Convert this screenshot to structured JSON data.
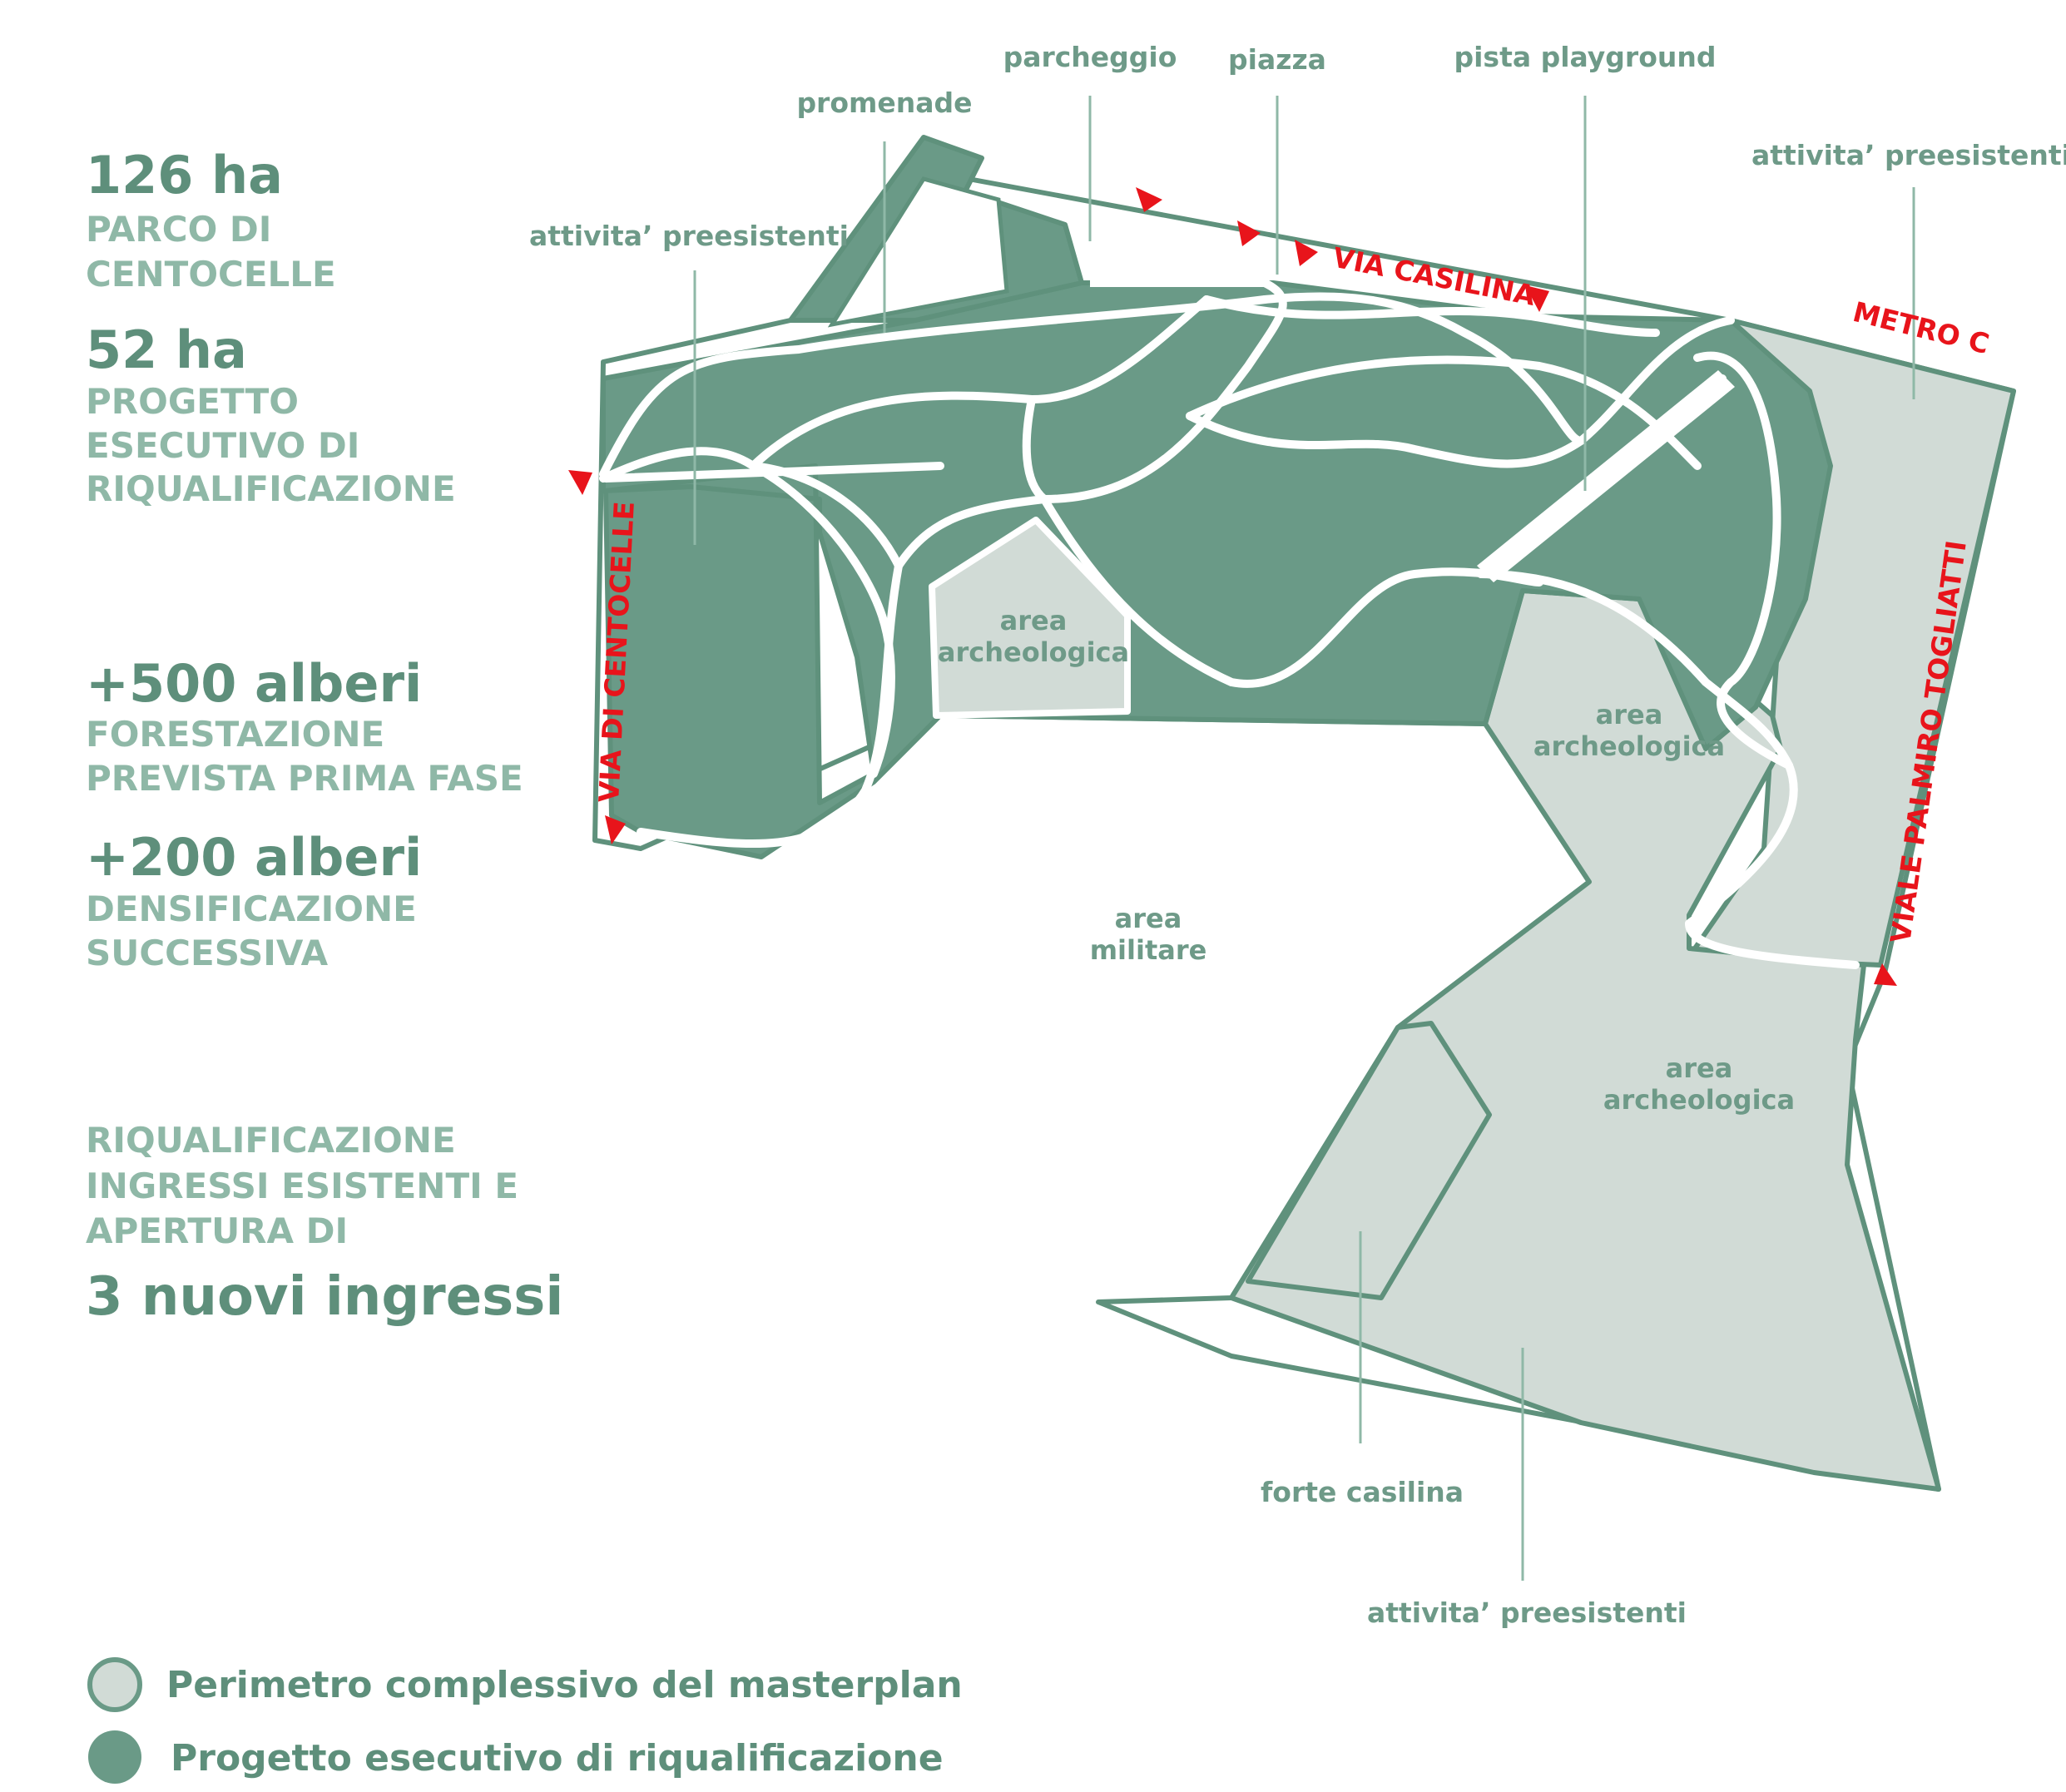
{
  "colors": {
    "project_green": "#6a9a87",
    "perimeter_grey": "#d1dbd6",
    "outline": "#5f917c",
    "text_dark": "#5e8f7b",
    "text_light": "#8fb8a7",
    "entrance_red": "#e8141b"
  },
  "stats": [
    {
      "value": "126 ha",
      "lines": [
        "PARCO DI",
        "CENTOCELLE"
      ]
    },
    {
      "value": "52 ha",
      "lines": [
        "PROGETTO",
        "ESECUTIVO DI",
        "RIQUALIFICAZIONE"
      ]
    },
    {
      "value": "+500 alberi",
      "lines": [
        "FORESTAZIONE",
        "PREVISTA PRIMA FASE"
      ]
    },
    {
      "value": "+200 alberi",
      "lines": [
        "DENSIFICAZIONE",
        "SUCCESSIVA"
      ]
    }
  ],
  "entrances": {
    "lines": [
      "RIQUALIFICAZIONE",
      "INGRESSI ESISTENTI E",
      "APERTURA DI"
    ],
    "value": "3 nuovi ingressi"
  },
  "map_labels": {
    "promenade": "promenade",
    "parcheggio": "parcheggio",
    "piazza": "piazza",
    "pista": "pista playground",
    "attivita_nw": "attivita’ preesistenti",
    "attivita_ne": "attivita’ preesistenti",
    "attivita_s": "attivita’ preesistenti",
    "forte": "forte casilina",
    "arch1": [
      "area",
      "archeologica"
    ],
    "arch2": [
      "area",
      "archeologica"
    ],
    "arch3": [
      "area",
      "archeologica"
    ],
    "militare": [
      "area",
      "militare"
    ]
  },
  "roads": {
    "casilina": "VIA CASILINA",
    "metro": "METRO C",
    "centocelle": "VIA DI CENTOCELLE",
    "togliatti": "VIALE PALMIRO TOGLIATTI"
  },
  "legend": [
    {
      "label": "Perimetro complessivo del masterplan",
      "swatch": "perimeter"
    },
    {
      "label": "Progetto esecutivo di riqualificazione",
      "swatch": "project"
    }
  ]
}
